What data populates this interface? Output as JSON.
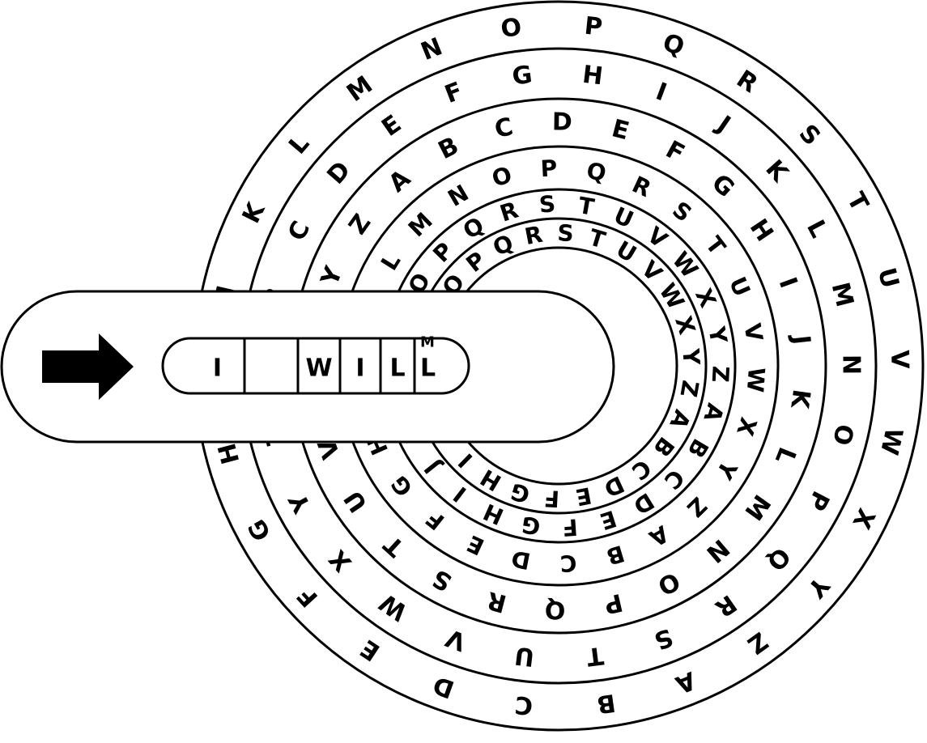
{
  "puzzle": {
    "rings": [
      {
        "letters": [
          "O",
          "P",
          "Q",
          "R",
          "S",
          "T",
          "U",
          "V",
          "W",
          "X",
          "Y",
          "Z",
          "A",
          "B",
          "C",
          "D",
          "E",
          "F",
          "G",
          "H",
          "I",
          "J",
          "K",
          "L",
          "M",
          "N"
        ]
      },
      {
        "letters": [
          "F",
          "G",
          "H",
          "I",
          "J",
          "K",
          "L",
          "M",
          "N",
          "O",
          "P",
          "Q",
          "R",
          "S",
          "T",
          "U",
          "V",
          "W",
          "X",
          "Y",
          "Z",
          "A",
          "B",
          "C",
          "D",
          "E"
        ]
      },
      {
        "letters": [
          "C",
          "D",
          "E",
          "F",
          "G",
          "H",
          "I",
          "J",
          "K",
          "L",
          "M",
          "N",
          "O",
          "P",
          "Q",
          "R",
          "S",
          "T",
          "U",
          "V",
          "W",
          "X",
          "Y",
          "Z",
          "A",
          "B"
        ]
      },
      {
        "letters": [
          "Q",
          "R",
          "S",
          "T",
          "U",
          "V",
          "W",
          "X",
          "Y",
          "Z",
          "A",
          "B",
          "C",
          "D",
          "E",
          "F",
          "G",
          "H",
          "I",
          "J",
          "K",
          "L",
          "M",
          "N",
          "O",
          "P"
        ]
      },
      {
        "letters": [
          "S",
          "T",
          "U",
          "V",
          "W",
          "X",
          "Y",
          "Z",
          "A",
          "B",
          "C",
          "D",
          "E",
          "F",
          "G",
          "H",
          "I",
          "J",
          "K",
          "L",
          "M",
          "N",
          "O",
          "P",
          "Q",
          "R"
        ]
      },
      {
        "letters": [
          "S",
          "T",
          "U",
          "V",
          "W",
          "X",
          "Y",
          "Z",
          "A",
          "B",
          "C",
          "D",
          "E",
          "F",
          "G",
          "H",
          "I",
          "J",
          "K",
          "L",
          "M",
          "N",
          "O",
          "P",
          "Q",
          "R"
        ]
      }
    ],
    "readout": [
      "I",
      "",
      "W",
      "I",
      "L",
      "L"
    ],
    "readout_extra": "M"
  }
}
